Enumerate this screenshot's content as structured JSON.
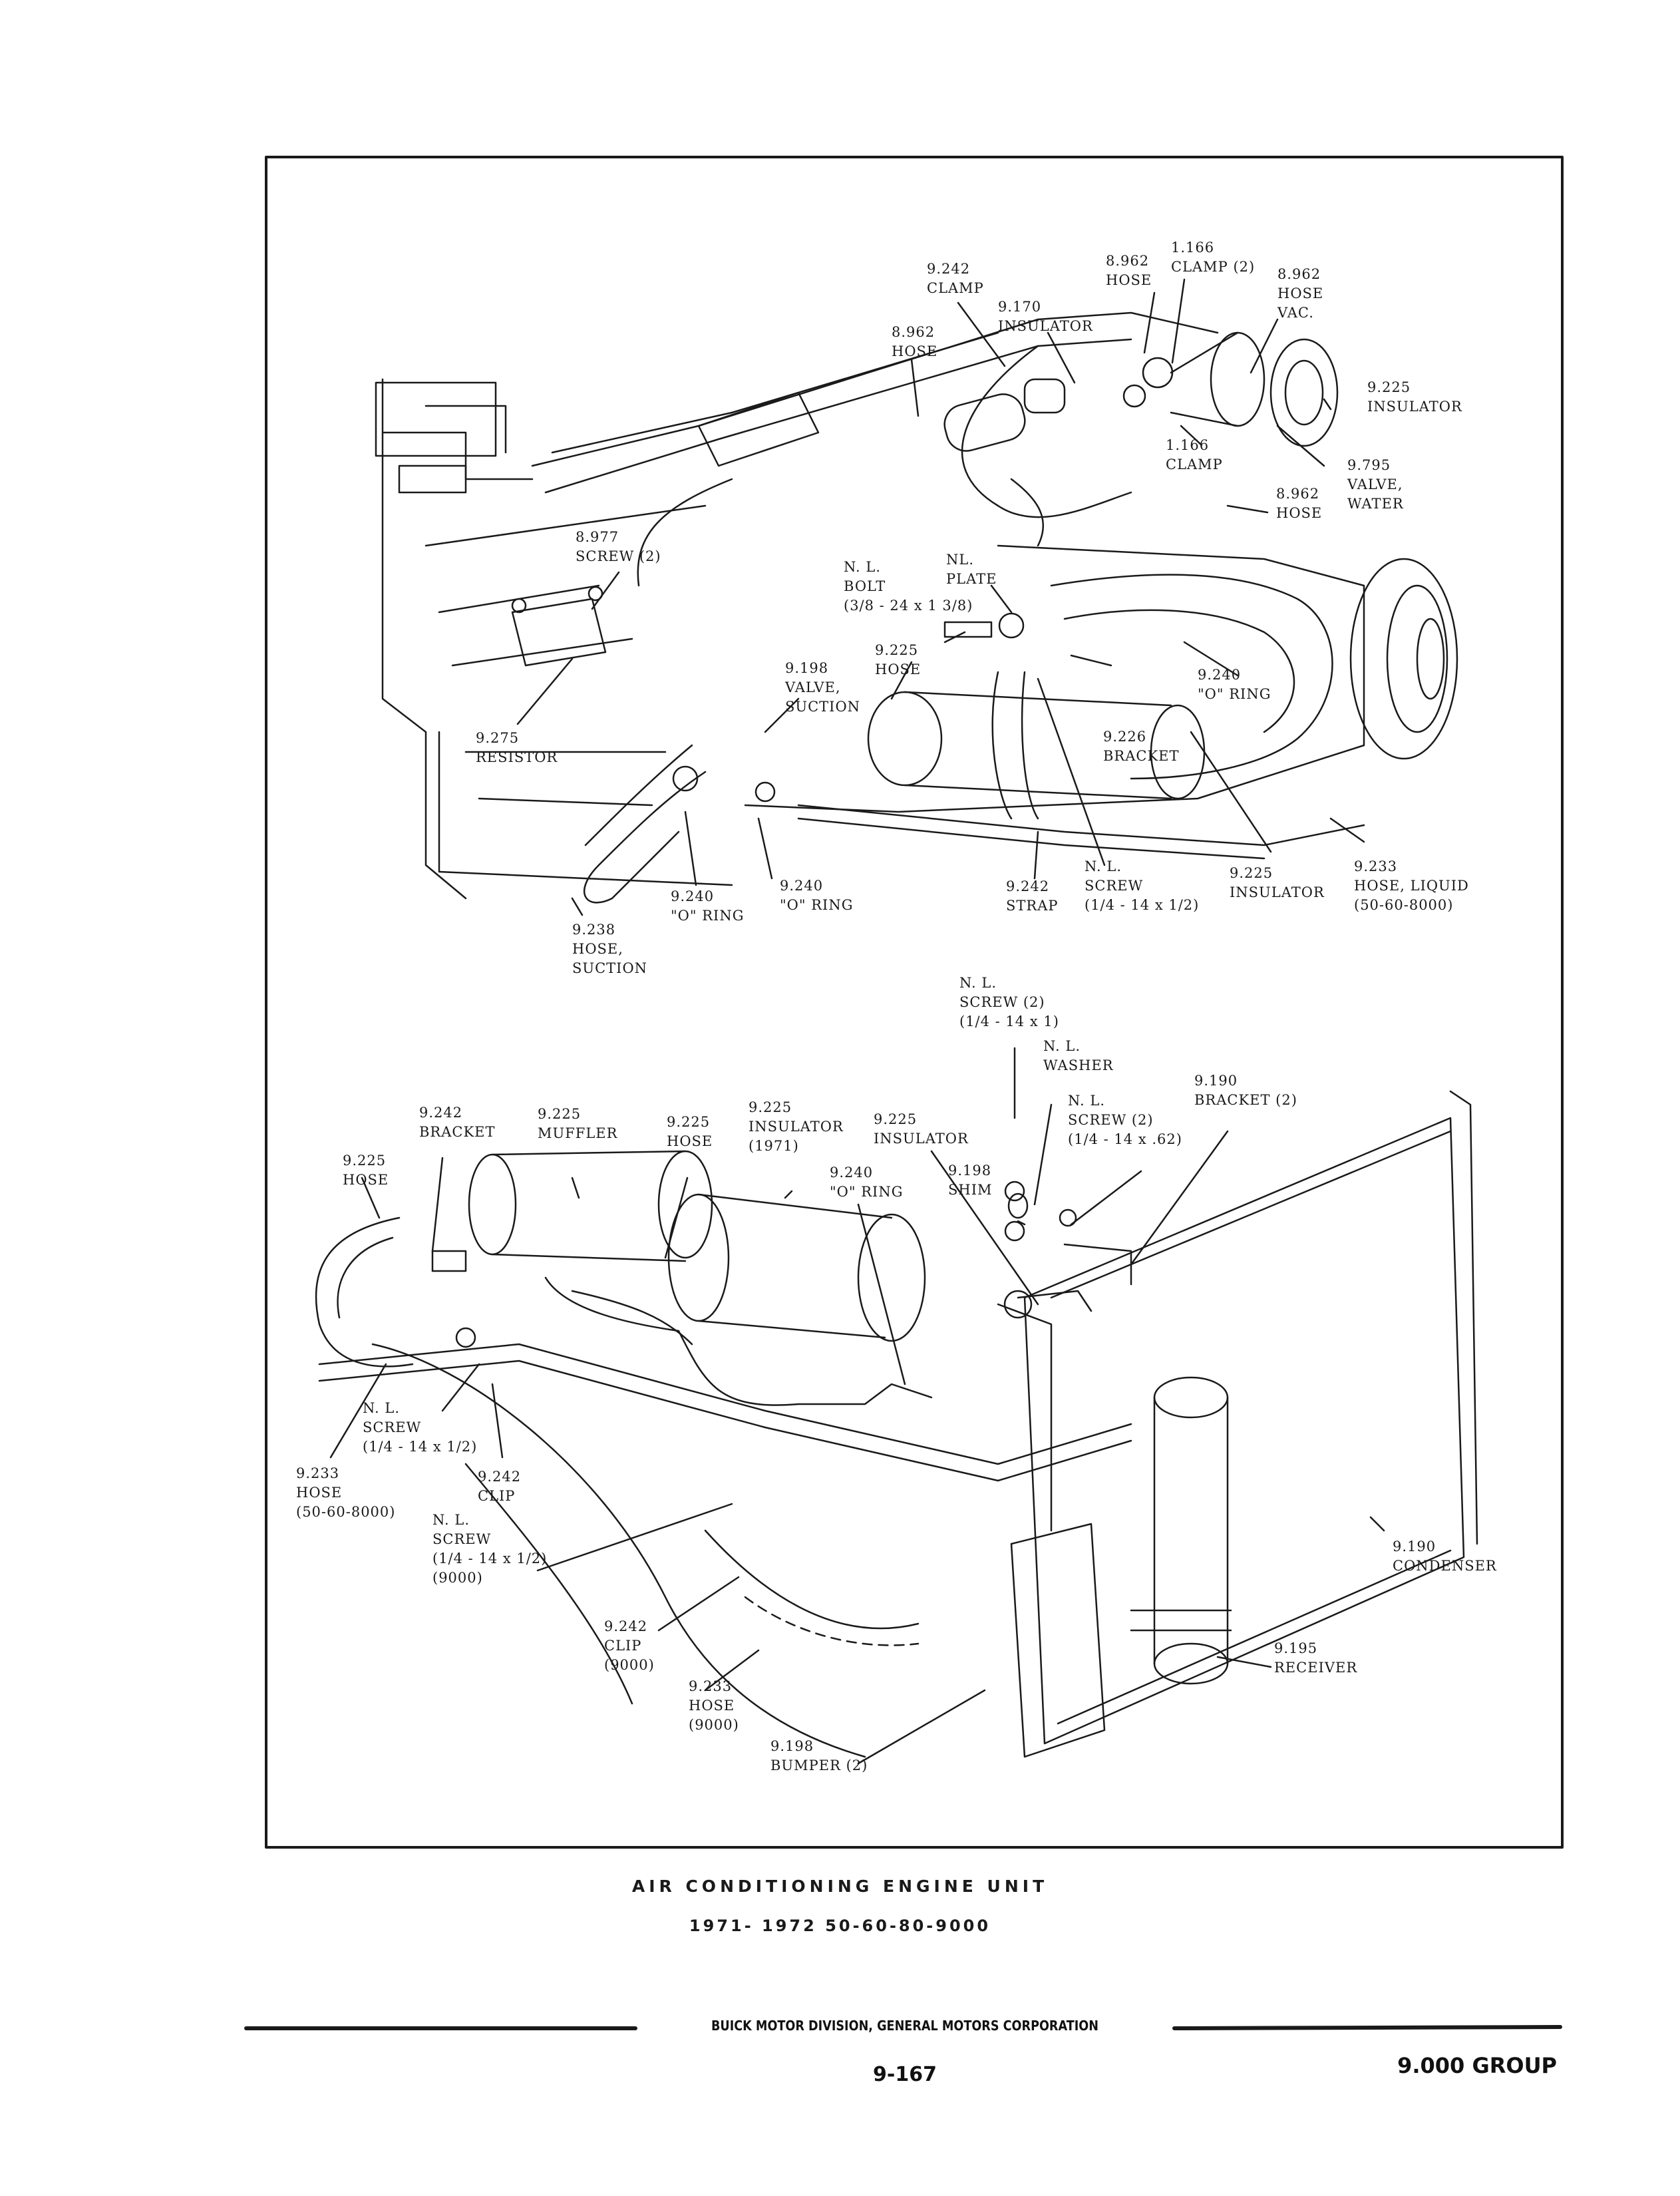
{
  "labels": {
    "top_clamp_9242": [
      "9.242",
      "CLAMP"
    ],
    "top_hose_8962_a": [
      "8.962",
      "HOSE"
    ],
    "top_clamp_1166_2": [
      "1.166",
      "CLAMP (2)"
    ],
    "top_hose_vac": [
      "8.962",
      "HOSE",
      "VAC."
    ],
    "top_insulator_9170": [
      "9.170",
      "INSULATOR"
    ],
    "top_hose_8962_b": [
      "8.962",
      "HOSE"
    ],
    "top_insulator_9225": [
      "9.225",
      "INSULATOR"
    ],
    "top_clamp_1166": [
      "1.166",
      "CLAMP"
    ],
    "top_valve_water": [
      "9.795",
      "VALVE,",
      "WATER"
    ],
    "top_hose_8962_c": [
      "8.962",
      "HOSE"
    ],
    "top_screw_8977": [
      "8.977",
      "SCREW (2)"
    ],
    "top_nl_bolt": [
      "N. L.",
      "BOLT",
      "(3/8 - 24 x 1 3/8)"
    ],
    "top_nl_plate": [
      "NL.",
      "PLATE"
    ],
    "top_hose_9225": [
      "9.225",
      "HOSE"
    ],
    "top_valve_suction": [
      "9.198",
      "VALVE,",
      "SUCTION"
    ],
    "top_oring_9240_a": [
      "9.240",
      "\"O\" RING"
    ],
    "top_bracket_9226": [
      "9.226",
      "BRACKET"
    ],
    "top_resistor": [
      "9.275",
      "RESISTOR"
    ],
    "top_oring_9240_b": [
      "9.240",
      "\"O\" RING"
    ],
    "top_oring_9240_c": [
      "9.240",
      "\"O\" RING"
    ],
    "top_strap": [
      "9.242",
      "STRAP"
    ],
    "top_nl_screw": [
      "N. L.",
      "SCREW",
      "(1/4 - 14 x 1/2)"
    ],
    "top_insulator_9225_b": [
      "9.225",
      "INSULATOR"
    ],
    "top_hose_liquid": [
      "9.233",
      "HOSE, LIQUID",
      "(50-60-8000)"
    ],
    "top_hose_suction": [
      "9.238",
      "HOSE,",
      "SUCTION"
    ],
    "bot_nl_screw_2": [
      "N. L.",
      "SCREW (2)",
      "(1/4 - 14 x 1)"
    ],
    "bot_nl_washer": [
      "N. L.",
      "WASHER"
    ],
    "bot_bracket_9190": [
      "9.190",
      "BRACKET (2)"
    ],
    "bot_bracket_9242": [
      "9.242",
      "BRACKET"
    ],
    "bot_muffler": [
      "9.225",
      "MUFFLER"
    ],
    "bot_hose_9225_a": [
      "9.225",
      "HOSE"
    ],
    "bot_insulator_1971": [
      "9.225",
      "INSULATOR",
      "(1971)"
    ],
    "bot_insulator_9225": [
      "9.225",
      "INSULATOR"
    ],
    "bot_nl_screw_62": [
      "N. L.",
      "SCREW (2)",
      "(1/4 - 14 x .62)"
    ],
    "bot_hose_9225_b": [
      "9.225",
      "HOSE"
    ],
    "bot_oring": [
      "9.240",
      "\"O\" RING"
    ],
    "bot_shim": [
      "9.198",
      "SHIM"
    ],
    "bot_nl_screw_half": [
      "N. L.",
      "SCREW",
      "(1/4 - 14 x 1/2)"
    ],
    "bot_hose_9233": [
      "9.233",
      "HOSE",
      "(50-60-8000)"
    ],
    "bot_clip_9242": [
      "9.242",
      "CLIP"
    ],
    "bot_nl_screw_9000": [
      "N. L.",
      "SCREW",
      "(1/4 - 14 x 1/2)",
      "(9000)"
    ],
    "bot_condenser": [
      "9.190",
      "CONDENSER"
    ],
    "bot_clip_9000": [
      "9.242",
      "CLIP",
      "(9000)"
    ],
    "bot_hose_9000": [
      "9.233",
      "HOSE",
      "(9000)"
    ],
    "bot_receiver": [
      "9.195",
      "RECEIVER"
    ],
    "bot_bumper": [
      "9.198",
      "BUMPER (2)"
    ]
  },
  "caption": {
    "title": "AIR CONDITIONING ENGINE UNIT",
    "subtitle": "1971- 1972 50-60-80-9000"
  },
  "footer": {
    "publisher": "BUICK MOTOR DIVISION, GENERAL MOTORS CORPORATION",
    "page_number": "9-167",
    "group": "9.000 GROUP"
  },
  "colors": {
    "ink": "#1a1a1a",
    "paper": "#ffffff"
  }
}
